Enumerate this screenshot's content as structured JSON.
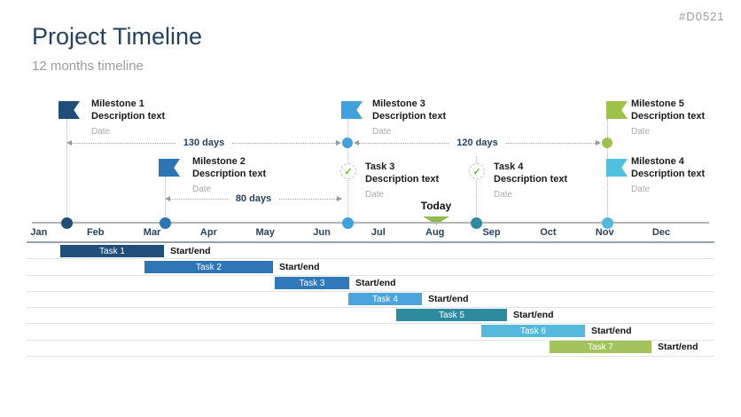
{
  "meta": {
    "code": "#D0521"
  },
  "header": {
    "title": "Project Timeline",
    "subtitle": "12 months timeline"
  },
  "palette": {
    "dark_navy": "#1f4e79",
    "medium_blue": "#2e75b6",
    "light_blue": "#41a1dc",
    "teal": "#2e8b9d",
    "cyan": "#52b8dc",
    "green": "#9dc14b",
    "today_green": "#8cbb4e",
    "check_green": "#76b82a",
    "text_dark": "#24425f",
    "muted": "#9b9b9b"
  },
  "icons": {
    "check": "✓",
    "flag": "flag-pennant",
    "today_marker": "triangle-down"
  },
  "milestones": [
    {
      "title": "Milestone 1",
      "description": "Description text",
      "date_label": "Date",
      "flag_color": "#1f4e79"
    },
    {
      "title": "Milestone 2",
      "description": "Description text",
      "date_label": "Date",
      "flag_color": "#2e75b6"
    },
    {
      "title": "Milestone 3",
      "description": "Description text",
      "date_label": "Date",
      "flag_color": "#41a1dc"
    },
    {
      "title": "Milestone 4",
      "description": "Description text",
      "date_label": "Date",
      "flag_color": "#52c0e0"
    },
    {
      "title": "Milestone 5",
      "description": "Description text",
      "date_label": "Date",
      "flag_color": "#9dc14b"
    }
  ],
  "checkpoints": [
    {
      "title": "Task 3",
      "description": "Description text",
      "date_label": "Date"
    },
    {
      "title": "Task 4",
      "description": "Description text",
      "date_label": "Date"
    }
  ],
  "durations": [
    {
      "label": "130 days",
      "from": "Milestone 1",
      "to": "Milestone 3"
    },
    {
      "label": "120 days",
      "from": "Milestone 3",
      "to": "Milestone 5"
    },
    {
      "label": "80 days",
      "from": "Milestone 2",
      "to": "Milestone 3"
    }
  ],
  "today": {
    "label": "Today"
  },
  "axis": {
    "months": [
      "Jan",
      "Feb",
      "Mar",
      "Apr",
      "May",
      "Jun",
      "Jul",
      "Aug",
      "Sep",
      "Oct",
      "Nov",
      "Dec"
    ],
    "node_colors": [
      "#1f4e79",
      "#2e75b6",
      "#41a1dc",
      "#2e8b9d",
      "#52b8dc"
    ]
  },
  "gantt": {
    "tasks": [
      {
        "name": "Task 1",
        "range_label": "Start/end",
        "color": "#1f4e79"
      },
      {
        "name": "Task 2",
        "range_label": "Start/end",
        "color": "#2e75b6"
      },
      {
        "name": "Task 3",
        "range_label": "Start/end",
        "color": "#3078ba"
      },
      {
        "name": "Task 4",
        "range_label": "Start/end",
        "color": "#4ba5dc"
      },
      {
        "name": "Task 5",
        "range_label": "Start/end",
        "color": "#2e8b9d"
      },
      {
        "name": "Task 6",
        "range_label": "Start/end",
        "color": "#55b9db"
      },
      {
        "name": "Task 7",
        "range_label": "Start/end",
        "color": "#a4c25d"
      }
    ]
  },
  "chart_data": {
    "type": "bar",
    "subtype": "gantt-timeline",
    "title": "Project Timeline",
    "subtitle": "12 months timeline",
    "x_axis": {
      "unit": "month",
      "ticks": [
        "Jan",
        "Feb",
        "Mar",
        "Apr",
        "May",
        "Jun",
        "Jul",
        "Aug",
        "Sep",
        "Oct",
        "Nov",
        "Dec"
      ],
      "range": [
        1,
        12
      ]
    },
    "tasks": [
      {
        "name": "Task 1",
        "start_month": 1.5,
        "end_month": 3.3,
        "value_label": "Start/end"
      },
      {
        "name": "Task 2",
        "start_month": 3.0,
        "end_month": 5.3,
        "value_label": "Start/end"
      },
      {
        "name": "Task 3",
        "start_month": 5.3,
        "end_month": 6.6,
        "value_label": "Start/end"
      },
      {
        "name": "Task 4",
        "start_month": 6.6,
        "end_month": 7.9,
        "value_label": "Start/end"
      },
      {
        "name": "Task 5",
        "start_month": 7.5,
        "end_month": 9.4,
        "value_label": "Start/end"
      },
      {
        "name": "Task 6",
        "start_month": 9.0,
        "end_month": 10.8,
        "value_label": "Start/end"
      },
      {
        "name": "Task 7",
        "start_month": 10.2,
        "end_month": 12.0,
        "value_label": "Start/end"
      }
    ],
    "milestones": [
      {
        "name": "Milestone 1",
        "position_month": 1.6
      },
      {
        "name": "Milestone 2",
        "position_month": 3.4
      },
      {
        "name": "Milestone 3",
        "position_month": 6.6
      },
      {
        "name": "Task 3 checkpoint",
        "position_month": 6.6
      },
      {
        "name": "Task 4 checkpoint",
        "position_month": 8.8
      },
      {
        "name": "Milestone 4",
        "position_month": 11.1
      },
      {
        "name": "Milestone 5",
        "position_month": 11.1
      }
    ],
    "durations": [
      {
        "label": "130 days",
        "from": "Milestone 1",
        "to": "Milestone 3"
      },
      {
        "label": "80 days",
        "from": "Milestone 2",
        "to": "Milestone 3"
      },
      {
        "label": "120 days",
        "from": "Milestone 3",
        "to": "Milestone 5"
      }
    ],
    "today_marker_month": 8.1,
    "legend": "none",
    "grid": "row-separators-only"
  }
}
